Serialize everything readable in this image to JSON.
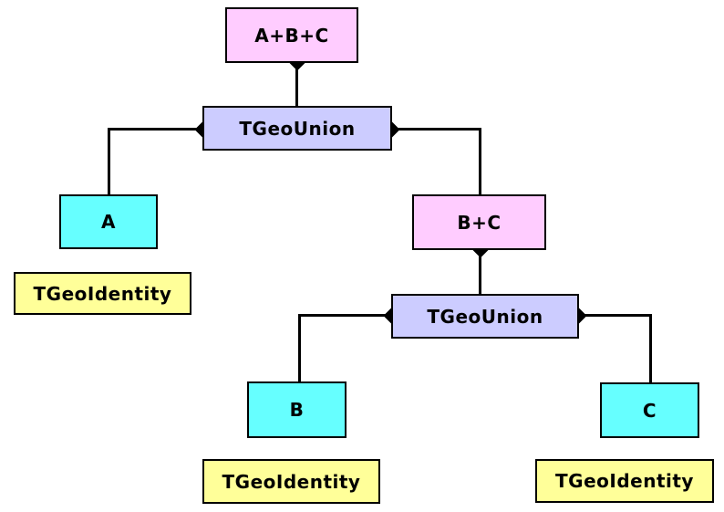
{
  "diagram": {
    "nodes": [
      {
        "id": "abc",
        "label": "A+B+C",
        "color": "#FFCCFF"
      },
      {
        "id": "union_top",
        "label": "TGeoUnion",
        "color": "#CCCCFF"
      },
      {
        "id": "a",
        "label": "A",
        "color": "#66FFFF"
      },
      {
        "id": "bc",
        "label": "B+C",
        "color": "#FFCCFF"
      },
      {
        "id": "identity_a",
        "label": "TGeoIdentity",
        "color": "#FFFF99"
      },
      {
        "id": "union_bot",
        "label": "TGeoUnion",
        "color": "#CCCCFF"
      },
      {
        "id": "b",
        "label": "B",
        "color": "#66FFFF"
      },
      {
        "id": "c",
        "label": "C",
        "color": "#66FFFF"
      },
      {
        "id": "identity_b",
        "label": "TGeoIdentity",
        "color": "#FFFF99"
      },
      {
        "id": "identity_c",
        "label": "TGeoIdentity",
        "color": "#FFFF99"
      }
    ],
    "edges": [
      {
        "from": "abc",
        "to": "union_top",
        "terminal": "diamond"
      },
      {
        "from": "union_top",
        "to": "a",
        "terminal": "diamond"
      },
      {
        "from": "union_top",
        "to": "bc",
        "terminal": "diamond"
      },
      {
        "from": "bc",
        "to": "union_bot",
        "terminal": "diamond"
      },
      {
        "from": "union_bot",
        "to": "b",
        "terminal": "diamond"
      },
      {
        "from": "union_bot",
        "to": "c",
        "terminal": "diamond"
      }
    ],
    "palette": {
      "composite_pink": "#FFCCFF",
      "union_lavender": "#CCCCFF",
      "shape_cyan": "#66FFFF",
      "matrix_yellow": "#FFFF99",
      "line_black": "#000000",
      "background": "#FFFFFF"
    }
  }
}
